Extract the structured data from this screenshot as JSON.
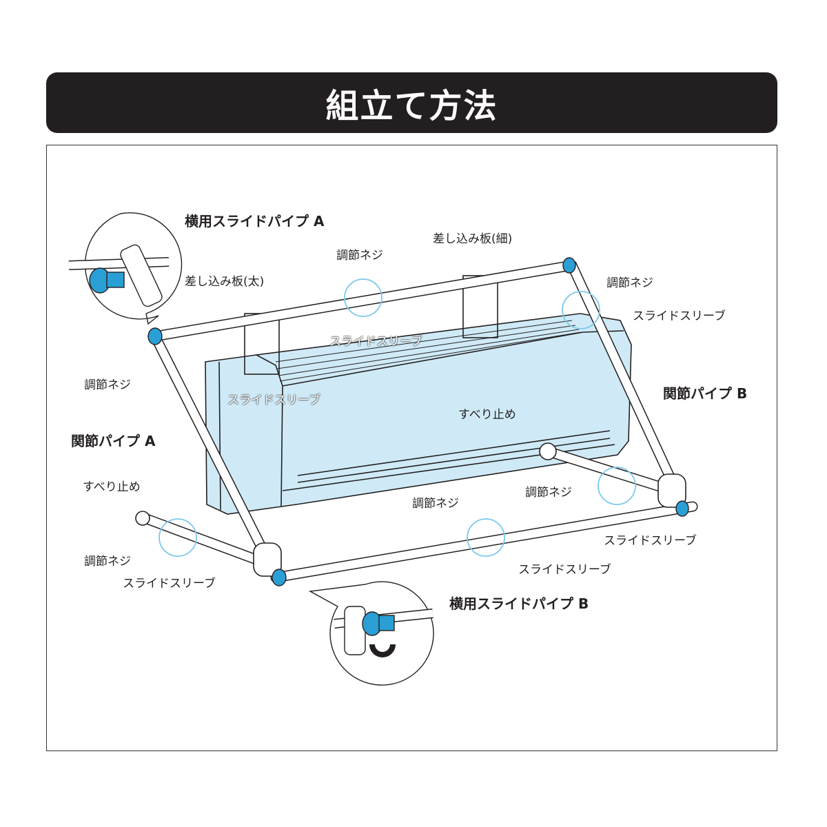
{
  "title": "組立て方法",
  "colors": {
    "accent_blue": "#2a9fd6",
    "highlight_ring": "#7cc8ea",
    "unit_fill": "#cfeaf6",
    "title_bg": "#231f20"
  },
  "labels": {
    "horizontal_pipe_a": "横用スライドパイプ A",
    "insert_plate_thin": "差し込み板(細)",
    "adjust_screw_top": "調節ネジ",
    "insert_plate_thick": "差し込み板(太)",
    "adjust_screw_top_right": "調節ネジ",
    "slide_sleeve_top_right": "スライドスリーブ",
    "slide_sleeve_unit_top": "スライドスリーブ",
    "adjust_screw_left": "調節ネジ",
    "slide_sleeve_unit_left": "スライドスリーブ",
    "joint_pipe_b": "関節パイプ B",
    "non_slip_unit": "すべり止め",
    "joint_pipe_a": "関節パイプ A",
    "non_slip_left": "すべり止め",
    "adjust_screw_bottom_center": "調節ネジ",
    "adjust_screw_bottom_right": "調節ネジ",
    "slide_sleeve_bottom_right": "スライドスリーブ",
    "adjust_screw_bottom_left": "調節ネジ",
    "slide_sleeve_bottom_center": "スライドスリーブ",
    "slide_sleeve_bottom_left": "スライドスリーブ",
    "horizontal_pipe_b": "横用スライドパイプ B"
  }
}
